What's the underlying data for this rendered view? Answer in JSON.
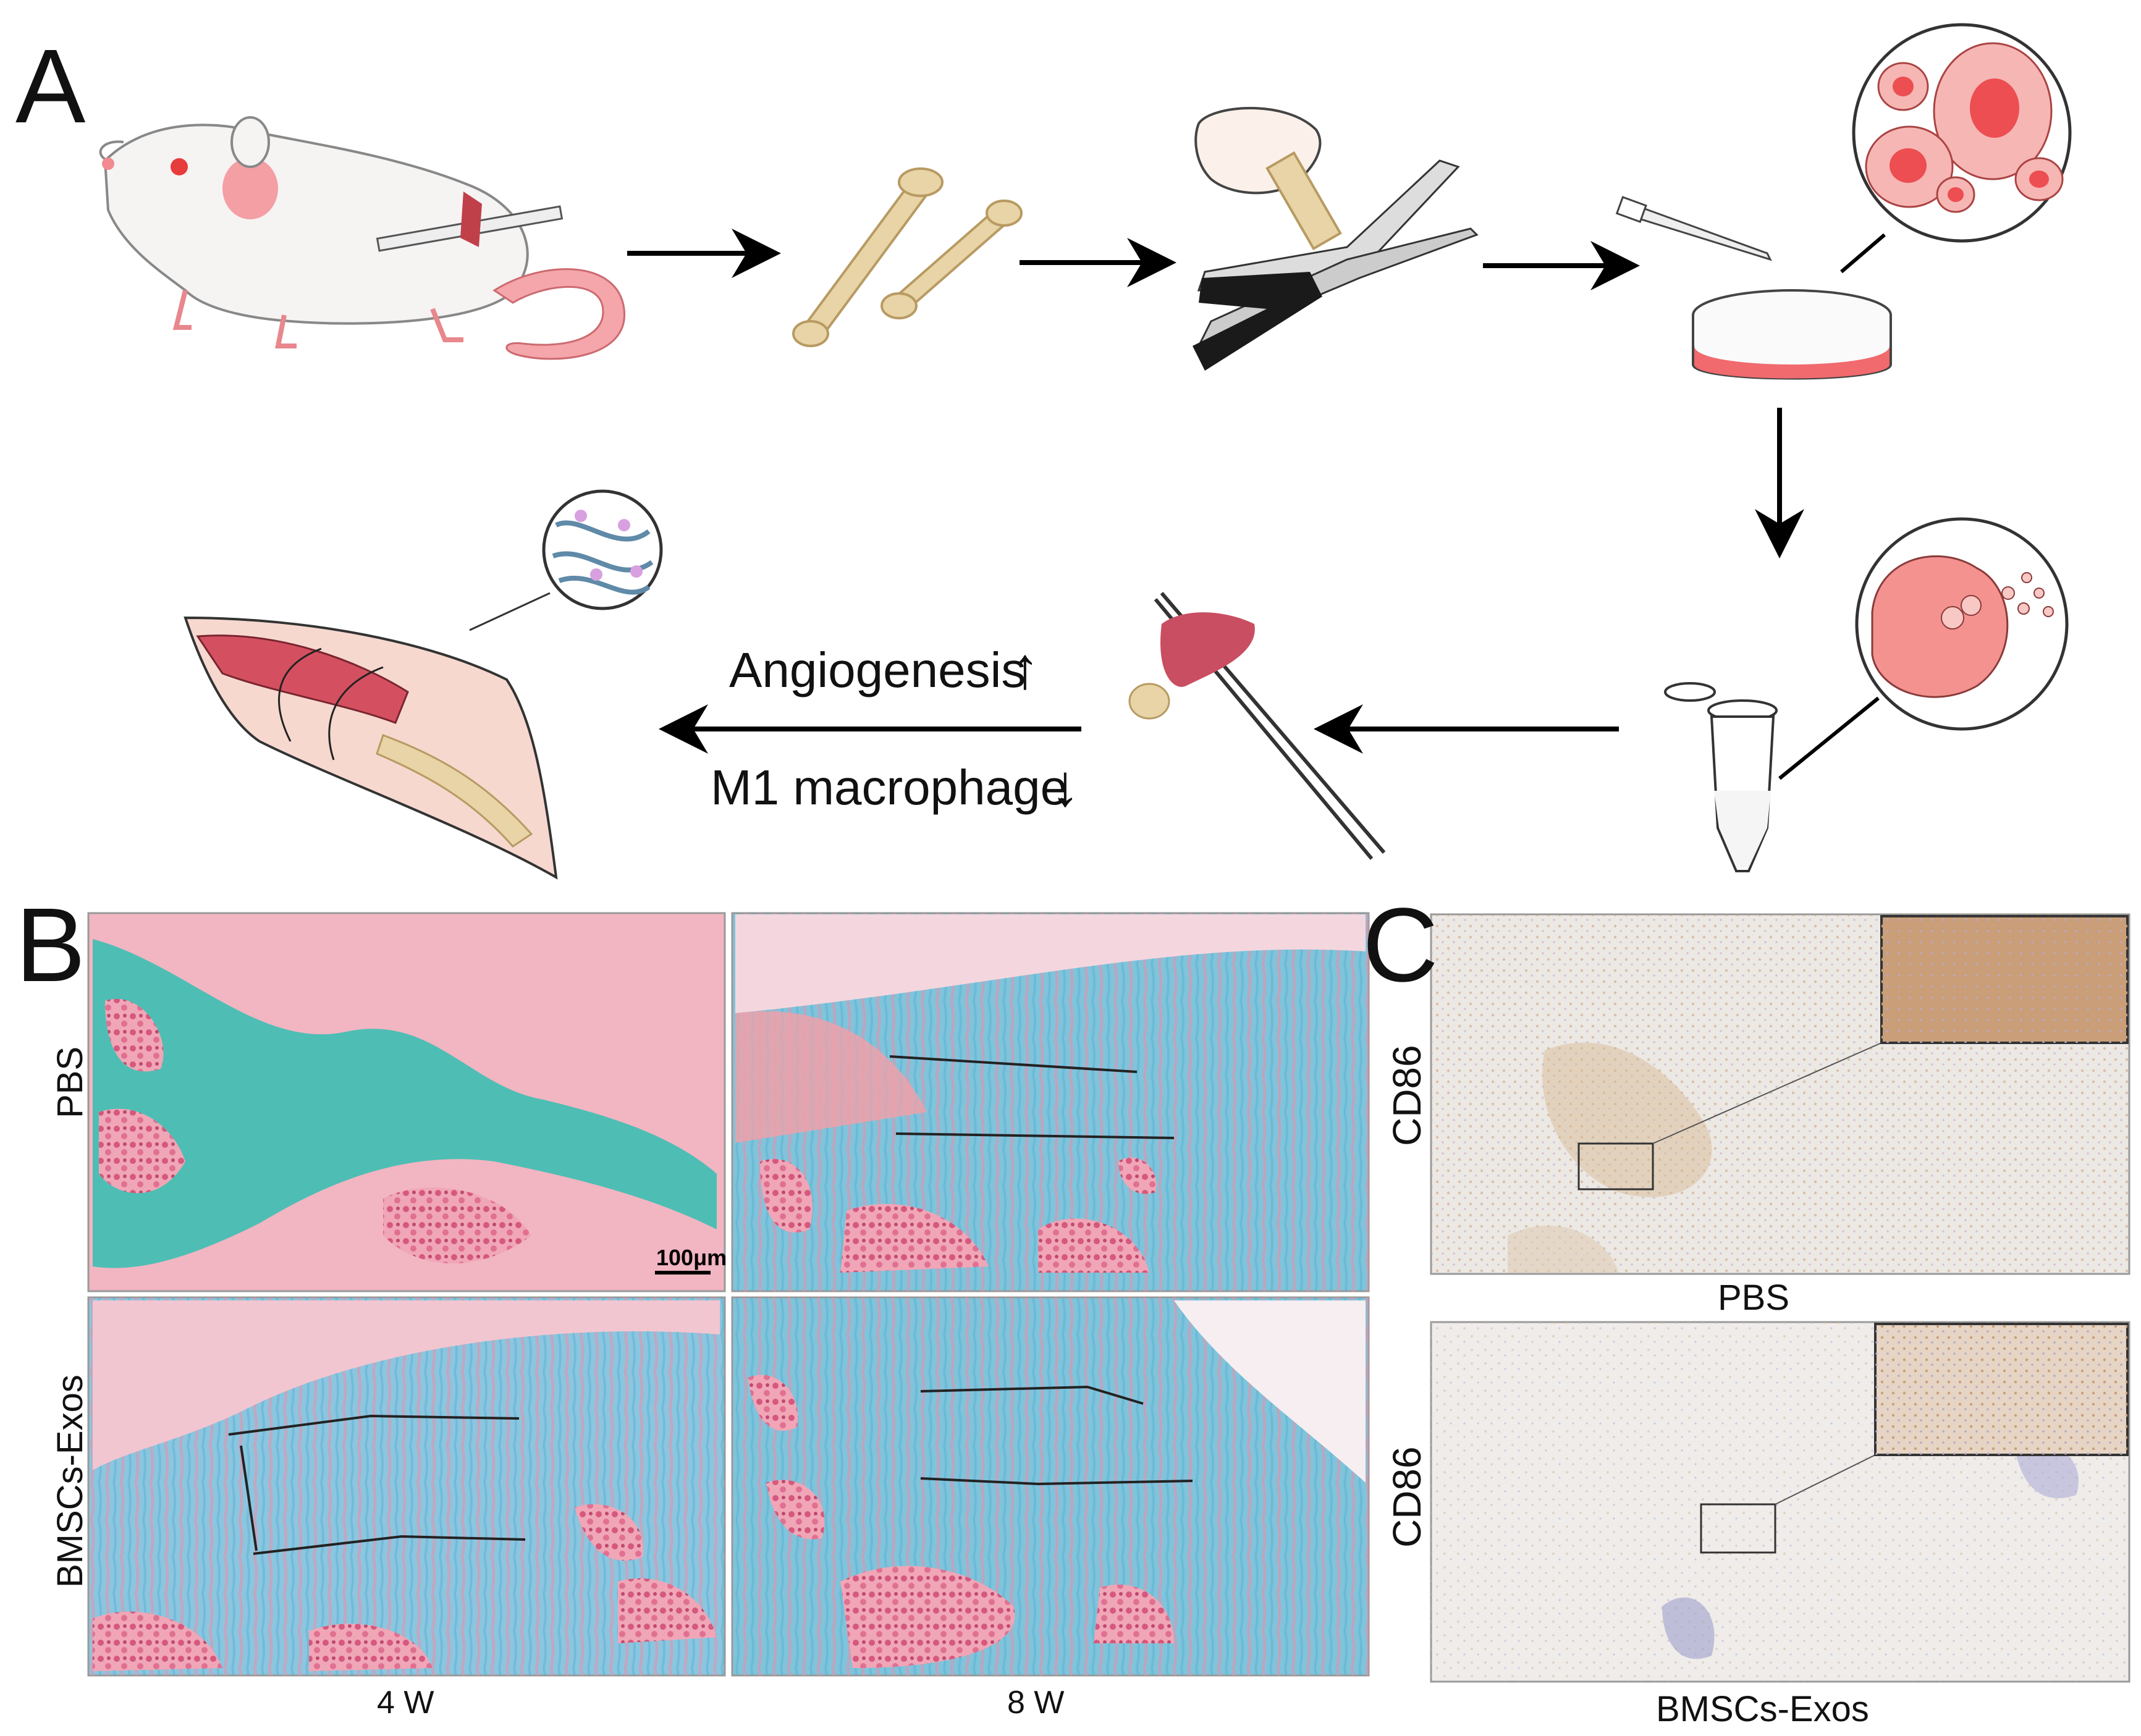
{
  "panels": {
    "A": {
      "letter": "A"
    },
    "B": {
      "letter": "B"
    },
    "C": {
      "letter": "C"
    }
  },
  "panel_a": {
    "angiogenesis_label": "Angiogenesis",
    "m1_label": "M1 macrophage",
    "arrow_up": "↑",
    "arrow_down": "↓"
  },
  "panel_b": {
    "row_labels": [
      "PBS",
      "BMSCs-Exos"
    ],
    "column_labels": [
      "4 W",
      "8 W"
    ],
    "scale_bar_label": "100μm"
  },
  "panel_c": {
    "row_side_labels": [
      "CD86",
      "CD86"
    ],
    "row_bottom_labels": [
      "PBS",
      "BMSCs-Exos"
    ]
  },
  "colors": {
    "rat_skin": "#f6f3f3",
    "rat_pink": "#f28a90",
    "bone": "#e8d4a6",
    "bone_dark": "#b89a62",
    "cell_pink": "#f6b6b4",
    "cell_nucleus": "#ec4e52",
    "tissue_pink": "#f2b5c2",
    "safranin_blue": "#6fc2d8",
    "teal": "#3cbfb2",
    "ihc_bg": "#ece8e4",
    "ihc_brown": "#c79a6a"
  }
}
